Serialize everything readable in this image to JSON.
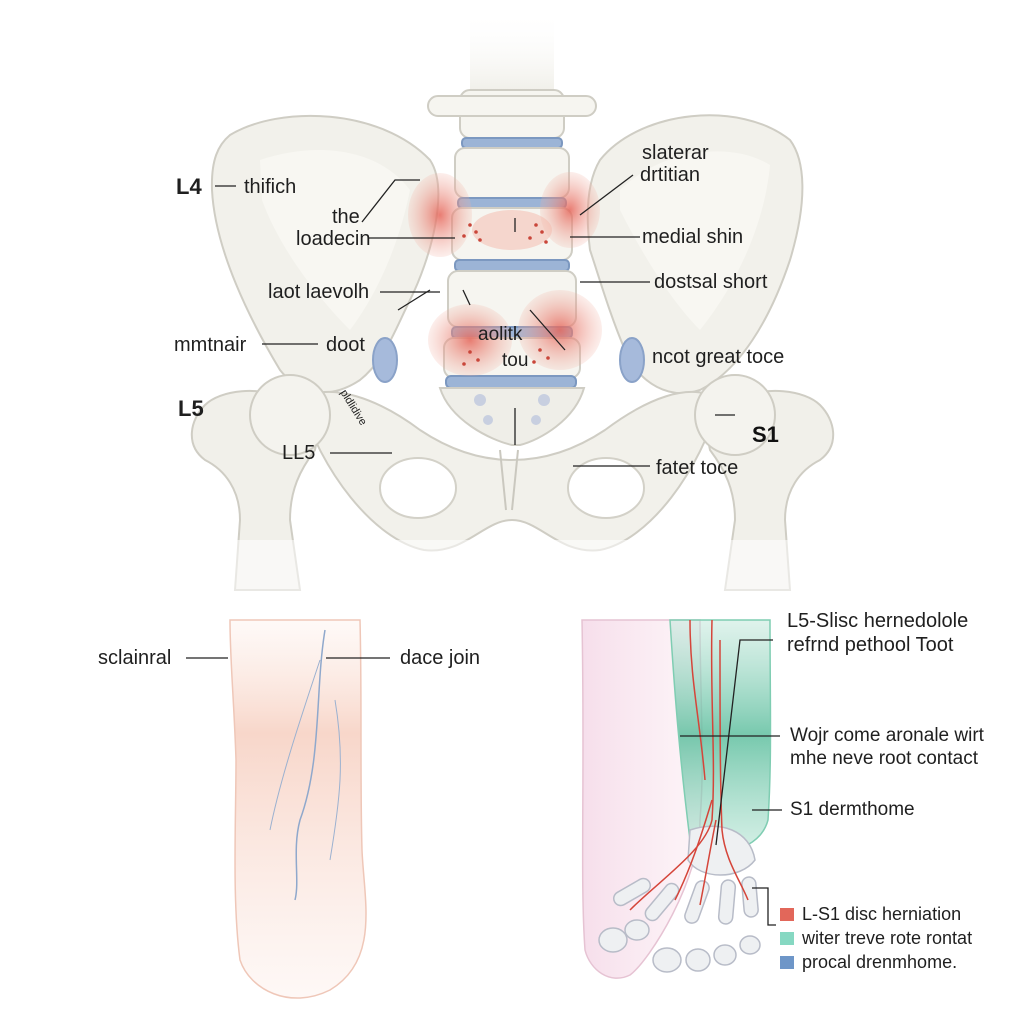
{
  "labels": {
    "l4": "L4",
    "thifich": "thifich",
    "the": "the",
    "loadecin": "loadecin",
    "laot_laevolh": "laot laevolh",
    "mmtnair": "mmtnair",
    "doot": "doot",
    "l5": "L5",
    "ll5": "LL5",
    "slaterar": "slaterar",
    "drtitian": "drtitian",
    "medial_shin": "medial shin",
    "dostsal_short": "dostsal short",
    "ncot_great_toce": "ncot great toce",
    "s1": "S1",
    "fatet_toce": "fatet toce",
    "aolitk": "aolitk",
    "tou": "tou",
    "vertical_text": "pldlidive",
    "sclainral": "sclainral",
    "dace_join": "dace join",
    "title_line1": "L5-Slisc hernedolole",
    "title_line2": "refrnd pethool Toot",
    "note_line1": "Wojr come aronale wirt",
    "note_line2": "mhe neve root contact",
    "s1_dermatome": "S1 dermthome"
  },
  "legend": [
    {
      "label": "L-S1 disc herniation",
      "color": "#e2675a"
    },
    {
      "label": "witer treve rote rontat",
      "color": "#86d8c2"
    },
    {
      "label": "procal drenmhome.",
      "color": "#6e96c8"
    }
  ],
  "colors": {
    "bone": "#f1f0ea",
    "bone_outline": "#c9c8c0",
    "disc": "#8fa8cc",
    "inflammation": "#e8776a",
    "nerve": "#d8503f",
    "dermatome_green": "#6cc4a8",
    "skin_pink": "#f7d9cf"
  }
}
